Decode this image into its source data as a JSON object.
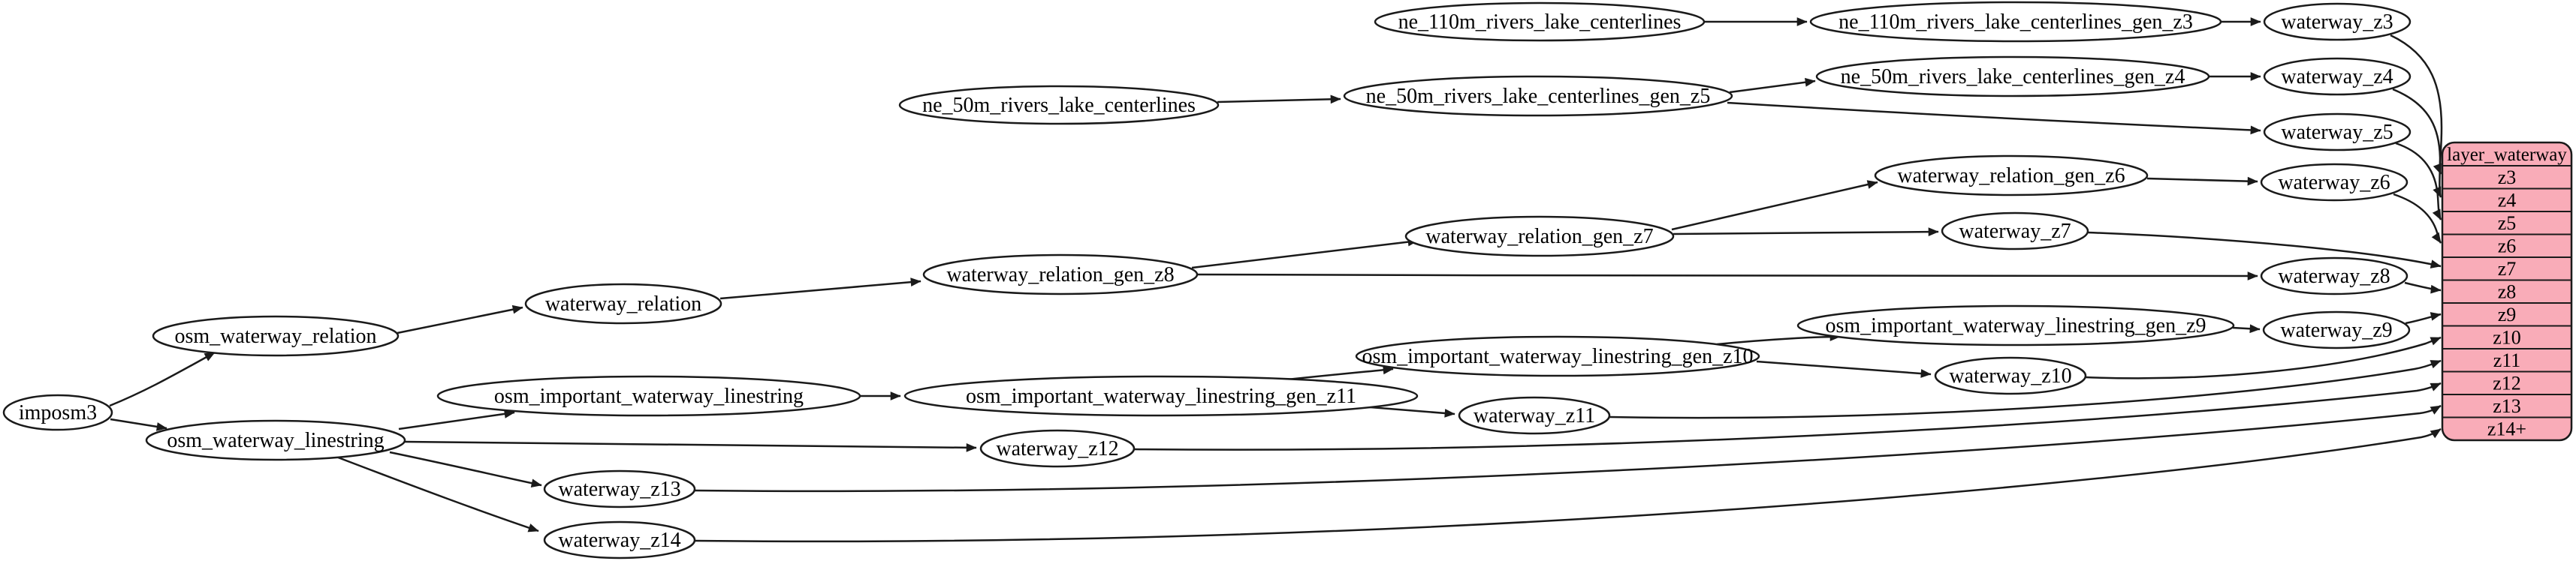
{
  "colors": {
    "background": "#ffffff",
    "node_fill": "#ffffff",
    "node_border": "#1a1a1a",
    "edge": "#1a1a1a",
    "table_fill": "#f9acb8",
    "table_border": "#1a1a1a"
  },
  "nodes": {
    "imposm3": {
      "label": "imposm3"
    },
    "osm_waterway_relation": {
      "label": "osm_waterway_relation"
    },
    "osm_waterway_linestring": {
      "label": "osm_waterway_linestring"
    },
    "waterway_relation": {
      "label": "waterway_relation"
    },
    "osm_important_waterway_linestring": {
      "label": "osm_important_waterway_linestring"
    },
    "waterway_relation_gen_z8": {
      "label": "waterway_relation_gen_z8"
    },
    "waterway_relation_gen_z7": {
      "label": "waterway_relation_gen_z7"
    },
    "waterway_relation_gen_z6": {
      "label": "waterway_relation_gen_z6"
    },
    "osm_important_waterway_linestring_gen_z11": {
      "label": "osm_important_waterway_linestring_gen_z11"
    },
    "osm_important_waterway_linestring_gen_z10": {
      "label": "osm_important_waterway_linestring_gen_z10"
    },
    "osm_important_waterway_linestring_gen_z9": {
      "label": "osm_important_waterway_linestring_gen_z9"
    },
    "ne_110m_rivers_lake_centerlines": {
      "label": "ne_110m_rivers_lake_centerlines"
    },
    "ne_110m_rivers_lake_centerlines_gen_z3": {
      "label": "ne_110m_rivers_lake_centerlines_gen_z3"
    },
    "ne_50m_rivers_lake_centerlines": {
      "label": "ne_50m_rivers_lake_centerlines"
    },
    "ne_50m_rivers_lake_centerlines_gen_z5": {
      "label": "ne_50m_rivers_lake_centerlines_gen_z5"
    },
    "ne_50m_rivers_lake_centerlines_gen_z4": {
      "label": "ne_50m_rivers_lake_centerlines_gen_z4"
    },
    "waterway_z3": {
      "label": "waterway_z3"
    },
    "waterway_z4": {
      "label": "waterway_z4"
    },
    "waterway_z5": {
      "label": "waterway_z5"
    },
    "waterway_z6": {
      "label": "waterway_z6"
    },
    "waterway_z7": {
      "label": "waterway_z7"
    },
    "waterway_z8": {
      "label": "waterway_z8"
    },
    "waterway_z9": {
      "label": "waterway_z9"
    },
    "waterway_z10": {
      "label": "waterway_z10"
    },
    "waterway_z11": {
      "label": "waterway_z11"
    },
    "waterway_z12": {
      "label": "waterway_z12"
    },
    "waterway_z13": {
      "label": "waterway_z13"
    },
    "waterway_z14": {
      "label": "waterway_z14"
    }
  },
  "table": {
    "title": "layer_waterway",
    "rows": [
      "z3",
      "z4",
      "z5",
      "z6",
      "z7",
      "z8",
      "z9",
      "z10",
      "z11",
      "z12",
      "z13",
      "z14+"
    ]
  },
  "edges": [
    {
      "from": "imposm3",
      "to": "osm_waterway_relation"
    },
    {
      "from": "imposm3",
      "to": "osm_waterway_linestring"
    },
    {
      "from": "osm_waterway_relation",
      "to": "waterway_relation"
    },
    {
      "from": "waterway_relation",
      "to": "waterway_relation_gen_z8"
    },
    {
      "from": "waterway_relation_gen_z8",
      "to": "waterway_relation_gen_z7"
    },
    {
      "from": "waterway_relation_gen_z8",
      "to": "waterway_z8"
    },
    {
      "from": "waterway_relation_gen_z7",
      "to": "waterway_relation_gen_z6"
    },
    {
      "from": "waterway_relation_gen_z7",
      "to": "waterway_z7"
    },
    {
      "from": "waterway_relation_gen_z6",
      "to": "waterway_z6"
    },
    {
      "from": "ne_110m_rivers_lake_centerlines",
      "to": "ne_110m_rivers_lake_centerlines_gen_z3"
    },
    {
      "from": "ne_110m_rivers_lake_centerlines_gen_z3",
      "to": "waterway_z3"
    },
    {
      "from": "ne_50m_rivers_lake_centerlines",
      "to": "ne_50m_rivers_lake_centerlines_gen_z5"
    },
    {
      "from": "ne_50m_rivers_lake_centerlines_gen_z5",
      "to": "ne_50m_rivers_lake_centerlines_gen_z4"
    },
    {
      "from": "ne_50m_rivers_lake_centerlines_gen_z5",
      "to": "waterway_z5"
    },
    {
      "from": "ne_50m_rivers_lake_centerlines_gen_z4",
      "to": "waterway_z4"
    },
    {
      "from": "osm_waterway_linestring",
      "to": "osm_important_waterway_linestring"
    },
    {
      "from": "osm_waterway_linestring",
      "to": "waterway_z12"
    },
    {
      "from": "osm_waterway_linestring",
      "to": "waterway_z13"
    },
    {
      "from": "osm_waterway_linestring",
      "to": "waterway_z14"
    },
    {
      "from": "osm_important_waterway_linestring",
      "to": "osm_important_waterway_linestring_gen_z11"
    },
    {
      "from": "osm_important_waterway_linestring_gen_z11",
      "to": "osm_important_waterway_linestring_gen_z10"
    },
    {
      "from": "osm_important_waterway_linestring_gen_z11",
      "to": "waterway_z11"
    },
    {
      "from": "osm_important_waterway_linestring_gen_z10",
      "to": "osm_important_waterway_linestring_gen_z9"
    },
    {
      "from": "osm_important_waterway_linestring_gen_z10",
      "to": "waterway_z10"
    },
    {
      "from": "osm_important_waterway_linestring_gen_z9",
      "to": "waterway_z9"
    },
    {
      "from": "waterway_z3",
      "to": "layer_waterway:z3"
    },
    {
      "from": "waterway_z4",
      "to": "layer_waterway:z4"
    },
    {
      "from": "waterway_z5",
      "to": "layer_waterway:z5"
    },
    {
      "from": "waterway_z6",
      "to": "layer_waterway:z6"
    },
    {
      "from": "waterway_z7",
      "to": "layer_waterway:z7"
    },
    {
      "from": "waterway_z8",
      "to": "layer_waterway:z8"
    },
    {
      "from": "waterway_z9",
      "to": "layer_waterway:z9"
    },
    {
      "from": "waterway_z10",
      "to": "layer_waterway:z10"
    },
    {
      "from": "waterway_z11",
      "to": "layer_waterway:z11"
    },
    {
      "from": "waterway_z12",
      "to": "layer_waterway:z12"
    },
    {
      "from": "waterway_z13",
      "to": "layer_waterway:z13"
    },
    {
      "from": "waterway_z14",
      "to": "layer_waterway:z14+"
    }
  ]
}
